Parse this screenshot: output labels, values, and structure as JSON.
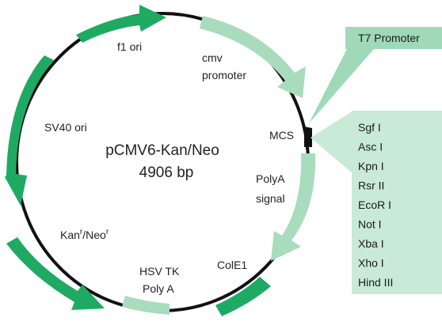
{
  "plasmid": {
    "name": "pCMV6-Kan/Neo",
    "size": "4906 bp"
  },
  "colors": {
    "dark_green": "#1faa63",
    "light_green": "#a8dcbc",
    "panel_green": "#c9ead6",
    "promoter_green": "#9fd9b8",
    "backbone": "#111111"
  },
  "features": {
    "f1_ori": "f1 ori",
    "cmv_promoter_line1": "cmv",
    "cmv_promoter_line2": "promoter",
    "mcs": "MCS",
    "polya_line1": "PolyA",
    "polya_line2": "signal",
    "cole1": "ColE1",
    "hsv_line1": "HSV TK",
    "hsv_line2": "Poly A",
    "kan_main": "Kan",
    "kan_sup": "r",
    "neo_main": "/Neo",
    "neo_sup": "r",
    "sv40_ori": "SV40 ori"
  },
  "t7_promoter": "T7 Promoter",
  "restriction_sites": [
    "Sgf I",
    "Asc I",
    "Kpn I",
    "Rsr II",
    "EcoR I",
    "Not I",
    "Xba I",
    "Xho I",
    "Hind III"
  ]
}
